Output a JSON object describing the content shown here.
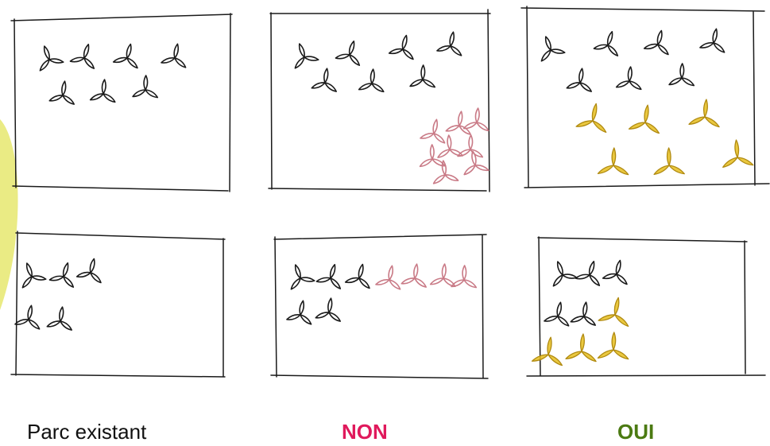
{
  "captions": {
    "existing": "Parc existant",
    "no": "NON",
    "yes": "OUI"
  },
  "colors": {
    "ink": "#1a1a1a",
    "no_label": "#e0195c",
    "yes_label": "#4b7a12",
    "new_turbine_rejected": "#c97a86",
    "new_turbine_accepted": "#e6be1e",
    "highlight_blob": "#eaeb84"
  },
  "icons": {
    "turbine": "wind-turbine-icon"
  },
  "scenarios": [
    {
      "row": "top",
      "panels": [
        {
          "column": "existing",
          "existing_turbines": 7,
          "new_turbines": 0
        },
        {
          "column": "no",
          "existing_turbines": 7,
          "new_turbines": 8
        },
        {
          "column": "yes",
          "existing_turbines": 7,
          "new_turbines": 6
        }
      ]
    },
    {
      "row": "bottom",
      "panels": [
        {
          "column": "existing",
          "existing_turbines": 5,
          "new_turbines": 0
        },
        {
          "column": "no",
          "existing_turbines": 5,
          "new_turbines": 4
        },
        {
          "column": "yes",
          "existing_turbines": 5,
          "new_turbines": 4
        }
      ]
    }
  ]
}
